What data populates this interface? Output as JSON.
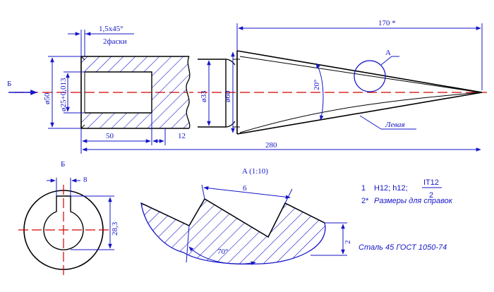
{
  "colors": {
    "outline": "#000000",
    "dimension": "#1515c8",
    "hatch": "#1515c8",
    "centerline": "#d40000",
    "background": "#ffffff"
  },
  "main_view": {
    "arrow_label": "Б",
    "chamfer": "1,5x45°",
    "chamfer_note": "2фаски",
    "dim_170": "170 *",
    "dim_280": "280",
    "dim_50": "50",
    "dim_12": "12",
    "dia_50": "ø50",
    "dia_25": "ø25+0,013",
    "dia_33": "ø33",
    "dia_60": "ø60",
    "angle_20": "20°",
    "detail_callout": "A",
    "thread_label": "Левая"
  },
  "section_view": {
    "title": "Б",
    "dim_8": "8",
    "dim_28_3": "28,3"
  },
  "detail_view": {
    "title": "A (1:10)",
    "dim_6": "6",
    "dim_2": "2",
    "angle_70": "70°"
  },
  "notes": {
    "note1_num": "1",
    "note1_text": "H12; h12;",
    "note1_frac_top": "IT12",
    "note1_frac_bottom": "2",
    "note2_num": "2*",
    "note2_text": "Размеры для справок",
    "material": "Сталь 45 ГОСТ 1050-74"
  }
}
